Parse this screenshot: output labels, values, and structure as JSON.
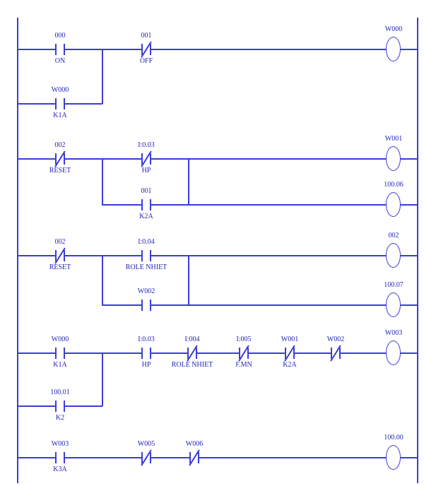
{
  "diagram": {
    "kind": "plc-ladder-logic",
    "colors": {
      "line": "#3c3cd8",
      "text": "#2424b8",
      "background": "#ffffff"
    }
  },
  "rungs": [
    {
      "contacts": [
        {
          "address": "000",
          "name": "ON",
          "type": "NO"
        },
        {
          "address": "001",
          "name": "OFF",
          "type": "NC"
        },
        {
          "address": "W000",
          "name": "K1A",
          "type": "NO"
        }
      ],
      "coils": [
        {
          "address": "W000"
        }
      ]
    },
    {
      "contacts": [
        {
          "address": "002",
          "name": "RESET",
          "type": "NC"
        },
        {
          "address": "I:0.03",
          "name": "HP",
          "type": "NC"
        },
        {
          "address": "001",
          "name": "K2A",
          "type": "NO"
        }
      ],
      "coils": [
        {
          "address": "W001"
        },
        {
          "address": "100.06"
        }
      ]
    },
    {
      "contacts": [
        {
          "address": "002",
          "name": "RESET",
          "type": "NC"
        },
        {
          "address": "I:0.04",
          "name": "ROLE NHIET",
          "type": "NO"
        },
        {
          "address": "W002",
          "name": "",
          "type": "NO"
        }
      ],
      "coils": [
        {
          "address": "002"
        },
        {
          "address": "100.07"
        }
      ]
    },
    {
      "contacts": [
        {
          "address": "W000",
          "name": "K1A",
          "type": "NO"
        },
        {
          "address": "I:0.03",
          "name": "HP",
          "type": "NO"
        },
        {
          "address": "I:004",
          "name": "ROLE NHIET",
          "type": "NC"
        },
        {
          "address": "I:005",
          "name": "F.MN",
          "type": "NC"
        },
        {
          "address": "W001",
          "name": "K2A",
          "type": "NC"
        },
        {
          "address": "W002",
          "name": "",
          "type": "NC"
        },
        {
          "address": "100.01",
          "name": "K2",
          "type": "NO"
        }
      ],
      "coils": [
        {
          "address": "W003"
        }
      ]
    },
    {
      "contacts": [
        {
          "address": "W003",
          "name": "K3A",
          "type": "NO"
        },
        {
          "address": "W005",
          "name": "",
          "type": "NC"
        },
        {
          "address": "W006",
          "name": "",
          "type": "NC"
        }
      ],
      "coils": [
        {
          "address": "100.00"
        }
      ]
    }
  ]
}
